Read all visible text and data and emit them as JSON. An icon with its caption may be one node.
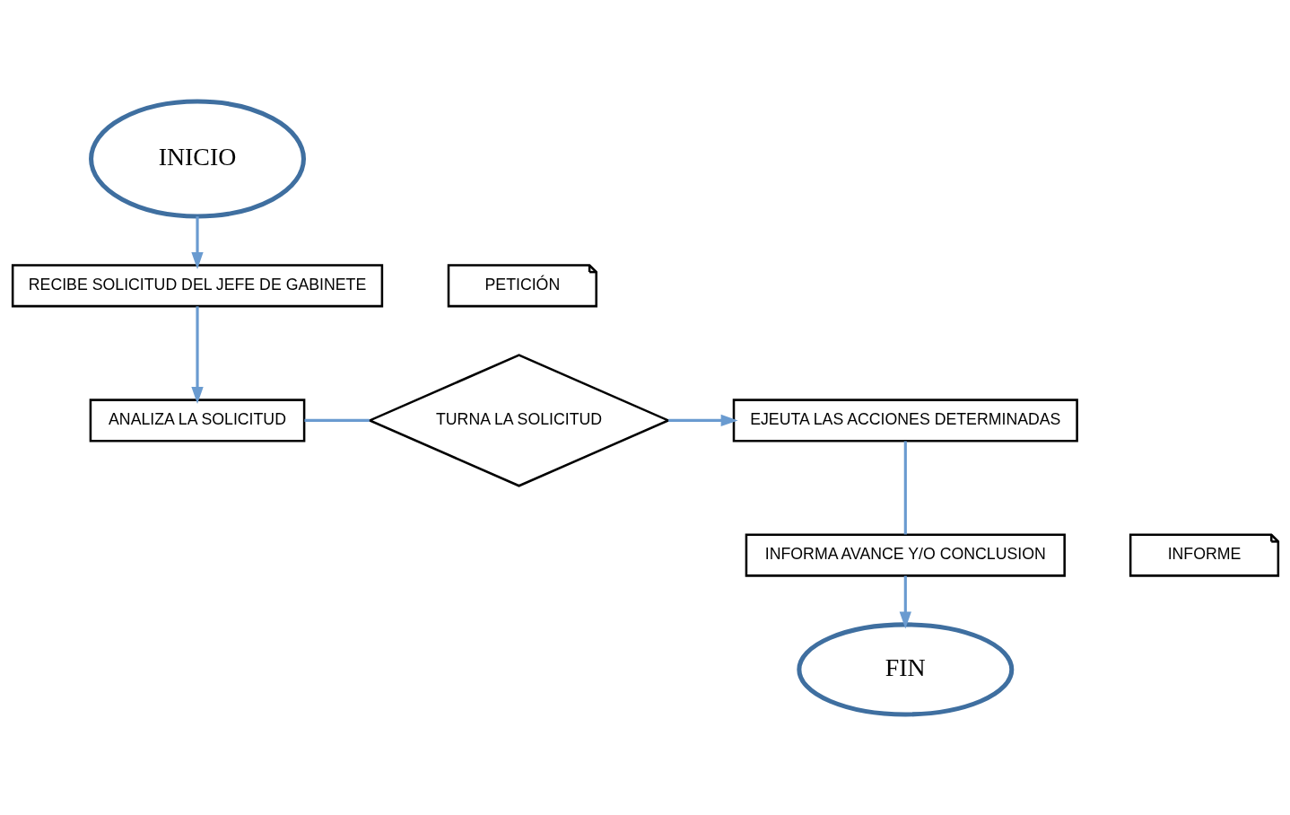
{
  "diagram": {
    "nodes": [
      {
        "text": [
          "INICIO"
        ]
      },
      {
        "text": [
          "RECIBE SOLICITUD DEL JEFE DE GABINETE"
        ]
      },
      {
        "text": [
          "PETICIÓN"
        ]
      },
      {
        "text": [
          "ANALIZA LA SOLICITUD"
        ]
      },
      {
        "text": [
          "TURNA LA SOLICITUD"
        ]
      },
      {
        "text": [
          "EJEUTA LAS ACCIONES DETERMINADAS"
        ]
      },
      {
        "text": [
          "INFORMA AVANCE Y/O CONCLUSION"
        ]
      },
      {
        "text": [
          "INFORME"
        ]
      },
      {
        "text": [
          "FIN"
        ]
      }
    ],
    "edges": [
      {
        "from": 0,
        "to": 1,
        "arrow": "to"
      },
      {
        "from": 1,
        "to": 3,
        "arrow": "to"
      },
      {
        "from": 3,
        "to": 4,
        "arrow": "none"
      },
      {
        "from": 4,
        "to": 5,
        "arrow": "to"
      },
      {
        "from": 5,
        "to": 6,
        "arrow": "none"
      },
      {
        "from": 6,
        "to": 8,
        "arrow": "to"
      }
    ]
  }
}
